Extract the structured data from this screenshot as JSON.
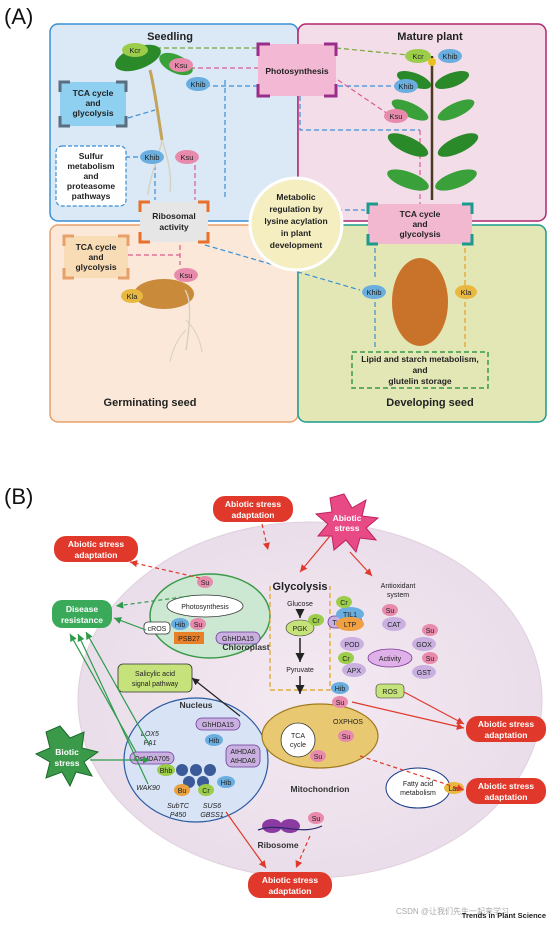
{
  "panelA": {
    "label": "(A)",
    "center": [
      "Metabolic",
      "regulation by",
      "lysine acylation",
      "in plant",
      "development"
    ],
    "quadrants": {
      "seedling": "Seedling",
      "mature": "Mature plant",
      "germinating": "Germinating seed",
      "developing": "Developing  seed"
    },
    "boxes": {
      "photosynthesis": "Photosynthesis",
      "tca_seedling": [
        "TCA cycle",
        "and",
        "glycolysis"
      ],
      "sulfur": [
        "Sulfur",
        "metabolism",
        "and",
        "proteasome",
        "pathways"
      ],
      "ribosomal": [
        "Ribosomal",
        "activity"
      ],
      "tca_mature": [
        "TCA cycle",
        "and",
        "glycolysis"
      ],
      "tca_germ": [
        "TCA cycle",
        "and",
        "glycolysis"
      ],
      "lipid": [
        "Lipid and starch metabolism,",
        "and",
        "glutelin storage"
      ]
    },
    "badges": {
      "kcr": "Kcr",
      "ksu": "Ksu",
      "khib": "Khib",
      "kla": "Kla"
    }
  },
  "panelB": {
    "label": "(B)",
    "abiotic_stress": [
      "Abiotic",
      "stress"
    ],
    "abiotic_adapt": [
      "Abiotic stress",
      "adaptation"
    ],
    "biotic_stress": [
      "Biotic",
      "stress"
    ],
    "disease_resistance": [
      "Disease",
      "resistance"
    ],
    "salicylic": [
      "Salicylic acid",
      "signal pathway"
    ],
    "chloroplast": "Chloroplast",
    "photosynthesis": "Photosynthesis",
    "cros": "cROS",
    "psb27": "PSB27",
    "ghhda15_chl": "GhHDA15",
    "nucleus": "Nucleus",
    "ghhda15_nuc": "GhHDA15",
    "oshda705": "OsHDA705",
    "athda6": "AtHDA6",
    "athda6b": "AtHDA6",
    "lox5": "LOX5",
    "pa1": "PA1",
    "wak90": "WAK90",
    "subtc": "SubTC",
    "p450": "P450",
    "sus6": "SUS6",
    "gbss1": "GBSS1",
    "glycolysis": "Glycolysis",
    "glucose": "Glucose",
    "pgk": "PGK",
    "tasrt1": "TaSRT1",
    "pyruvate": "Pyruvate",
    "tca": [
      "TCA",
      "cycle"
    ],
    "oxphos": "OXPHOS",
    "mitochondrion": "Mitochondrion",
    "antioxidant": [
      "Antioxidant",
      "system"
    ],
    "til1": "TIL1",
    "ltp": "LTP",
    "cat": "CAT",
    "pod": "POD",
    "apx": "APX",
    "gox": "GOX",
    "gst": "GST",
    "activity": "Activity",
    "ros": "ROS",
    "fatty": [
      "Fatty acid",
      "metabolism"
    ],
    "ribosome": "Ribosome",
    "marks": {
      "su": "Su",
      "cr": "Cr",
      "hib": "Hib",
      "bu": "Bu",
      "lac": "Lac",
      "bhb": "Bhb"
    }
  },
  "footer": {
    "watermark": "CSDN @让我们先生一起来学习",
    "journal": "Trends in Plant Science"
  }
}
